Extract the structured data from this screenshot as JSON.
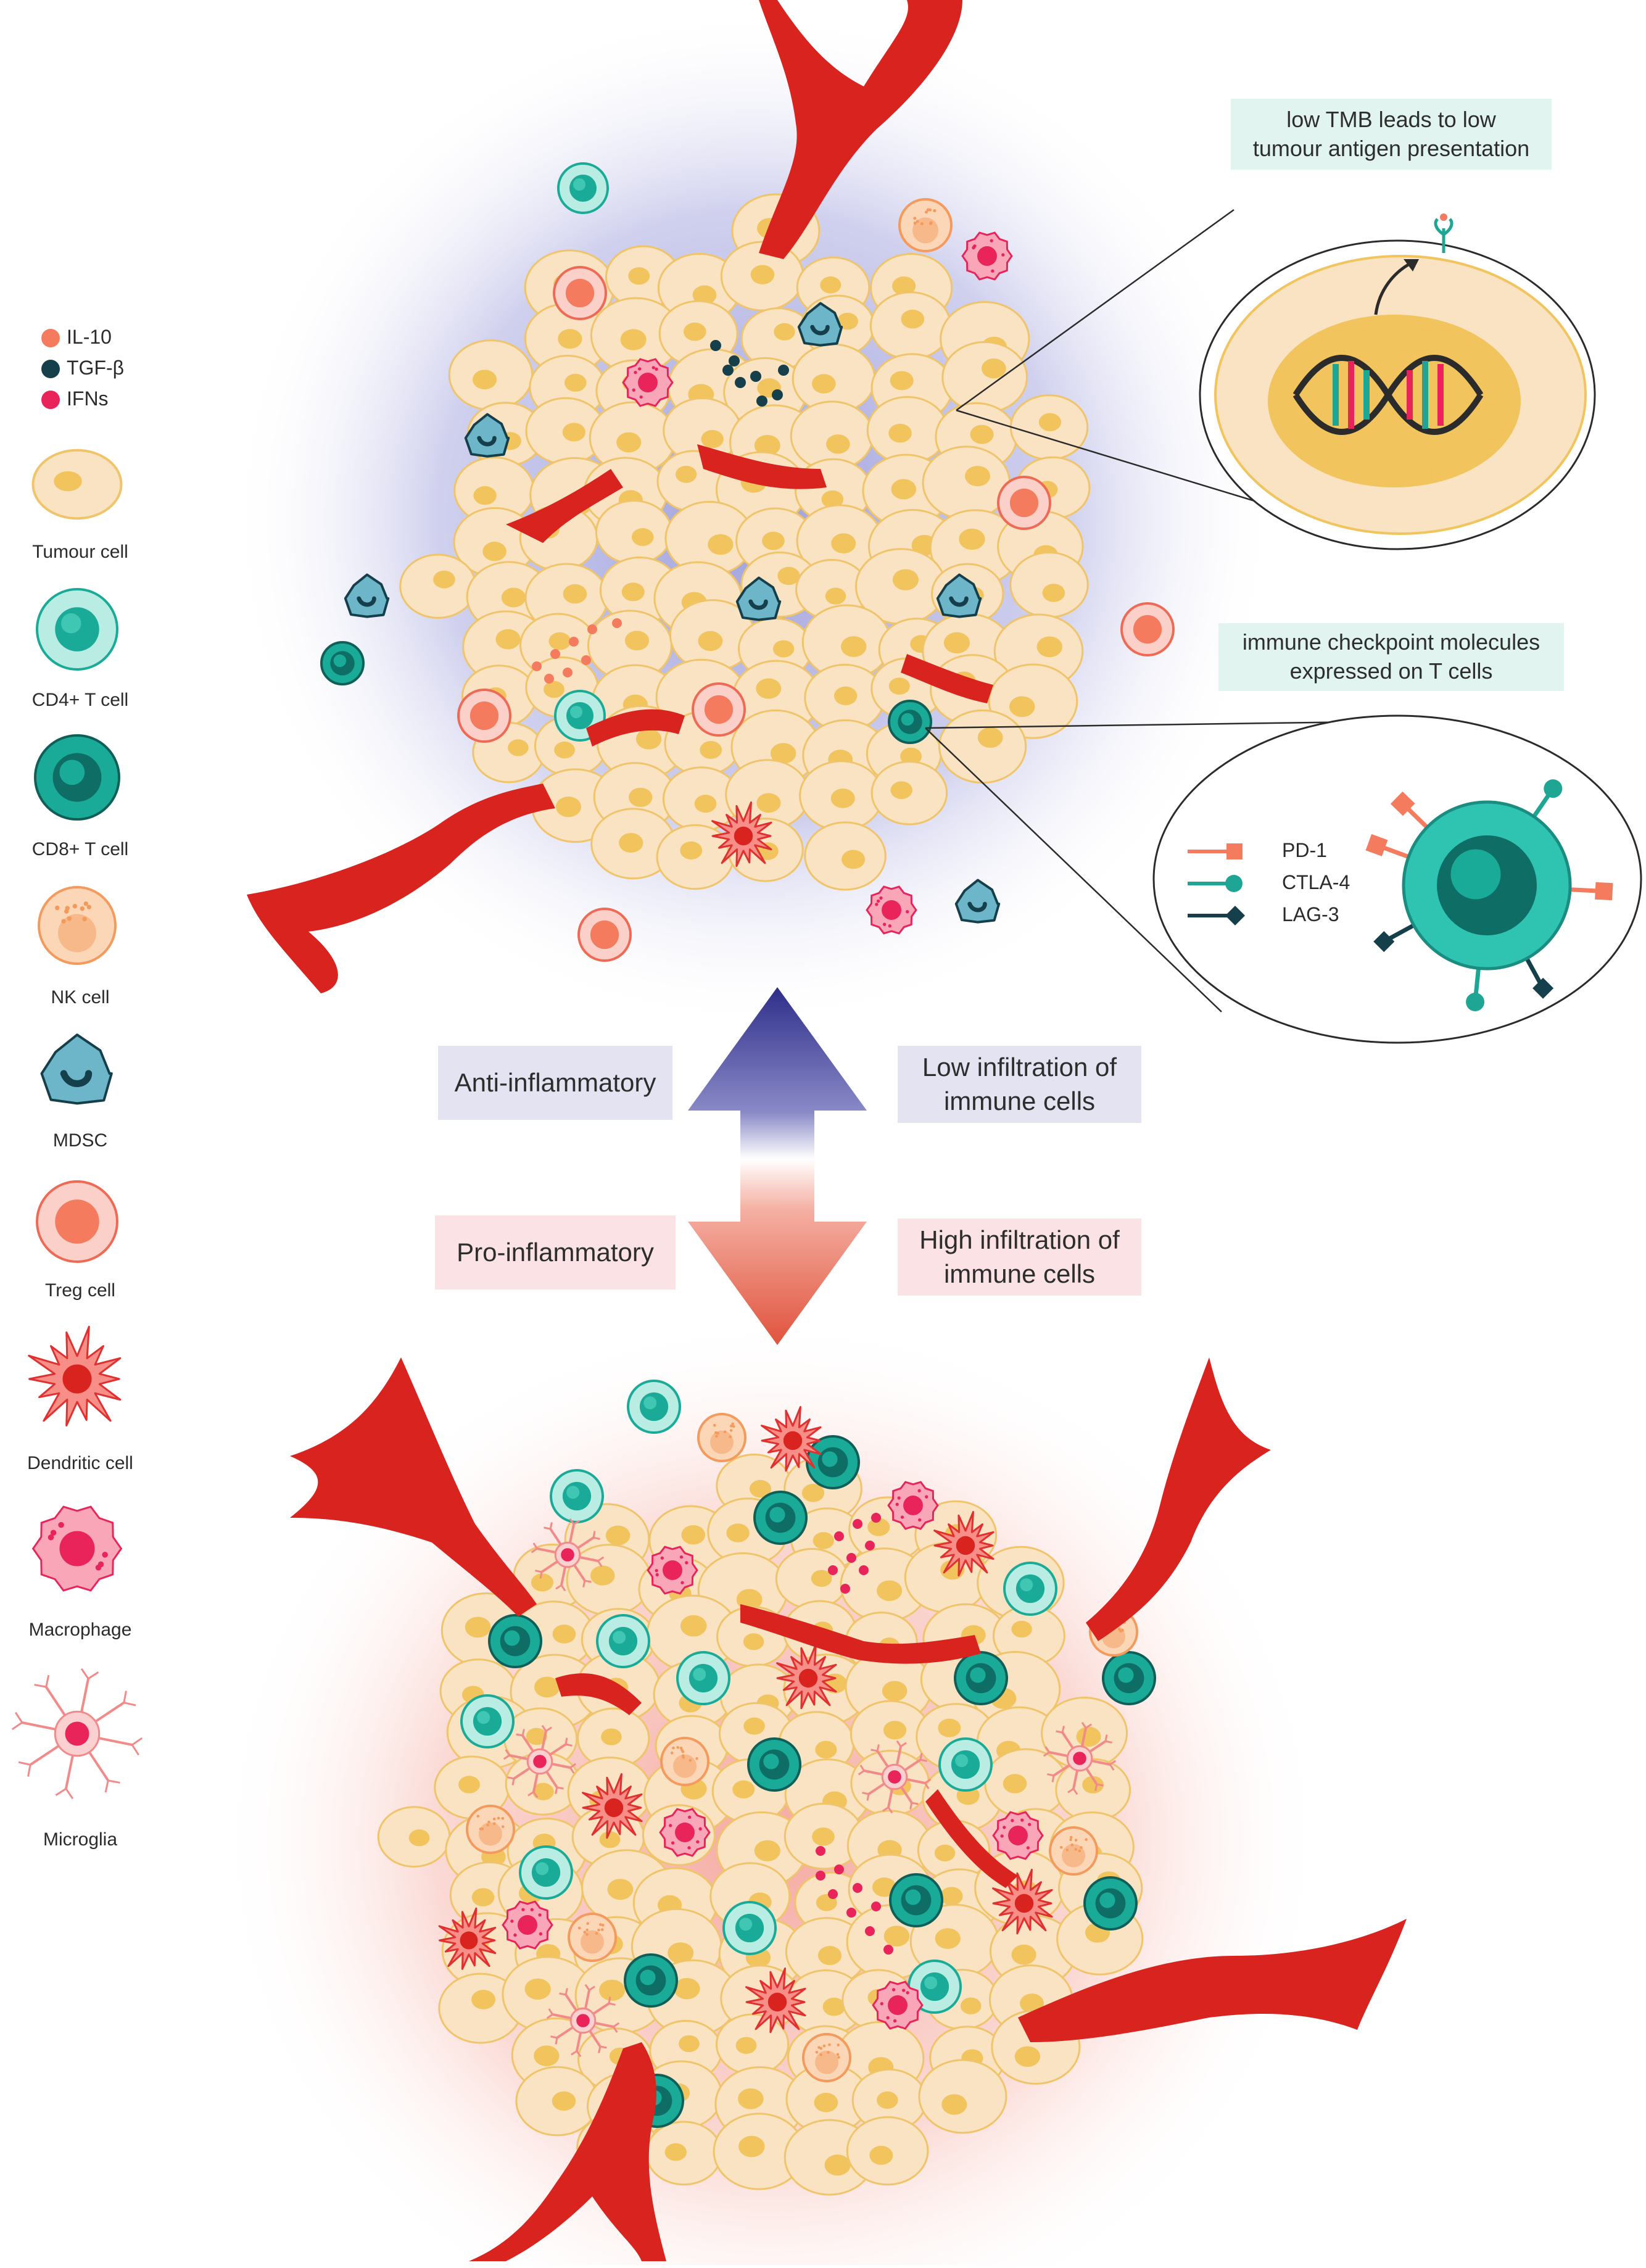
{
  "callouts": {
    "tmb": "low TMB leads to low\ntumour antigen presentation",
    "checkpoint": "immune checkpoint molecules\nexpressed on T cells"
  },
  "arrows": {
    "anti_inflammatory": "Anti-inflammatory",
    "low_infiltration": "Low infiltration of\nimmune cells",
    "pro_inflammatory": "Pro-inflammatory",
    "high_infiltration": "High infiltration of\nimmune cells"
  },
  "cytokines": [
    {
      "label": "IL-10",
      "color": "#f47b5e"
    },
    {
      "label": "TGF-β",
      "color": "#153f4a"
    },
    {
      "label": "IFNs",
      "color": "#e8245a"
    }
  ],
  "legend": [
    {
      "key": "tumour",
      "label": "Tumour cell"
    },
    {
      "key": "cd4",
      "label": "CD4+ T cell"
    },
    {
      "key": "cd8",
      "label": "CD8+ T cell"
    },
    {
      "key": "nk",
      "label": "NK cell"
    },
    {
      "key": "mdsc",
      "label": "MDSC"
    },
    {
      "key": "treg",
      "label": "Treg cell"
    },
    {
      "key": "dendritic",
      "label": "Dendritic cell"
    },
    {
      "key": "macrophage",
      "label": "Macrophage"
    },
    {
      "key": "microglia",
      "label": "Microglia"
    }
  ],
  "checkpoint_molecules": [
    {
      "label": "PD-1",
      "color": "#f47b5e",
      "marker": "square"
    },
    {
      "label": "CTLA-4",
      "color": "#1fa594",
      "marker": "circle"
    },
    {
      "label": "LAG-3",
      "color": "#153f4a",
      "marker": "diamond"
    }
  ],
  "colors": {
    "tumour_fill": "#f9e3c2",
    "tumour_nucleus": "#f2c45e",
    "vessel": "#d9231f",
    "cold_glow": "#8d8ed6",
    "hot_glow": "#f39a90",
    "cd4_outer": "#b9ece2",
    "cd8_outer": "#1aaa98",
    "mdsc": "#6db6c9"
  }
}
